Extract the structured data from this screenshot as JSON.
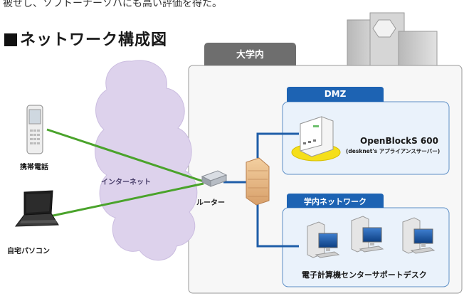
{
  "intro_text": "被せし、ソフトーナーソハにも高い評価を得た。",
  "heading": "ネットワーク構成図",
  "zones": {
    "university": "大学内",
    "dmz": "DMZ",
    "campus_network": "学内ネットワーク"
  },
  "nodes": {
    "phone": "携帯電話",
    "home_pc": "自宅パソコン",
    "internet": "インターネット",
    "router": "ルーター",
    "server_name": "OpenBlockS 600",
    "server_sub": "(desknet's アプライアンスサーバー)",
    "support_desk": "電子計算機センターサポートデスク"
  },
  "colors": {
    "link_green": "#4aa32b",
    "link_blue": "#1f5ea8",
    "zone_tab_blue": "#1d63b3",
    "zone_tab_gray": "#6e6e6e",
    "cloud": "#ddd2ec"
  }
}
